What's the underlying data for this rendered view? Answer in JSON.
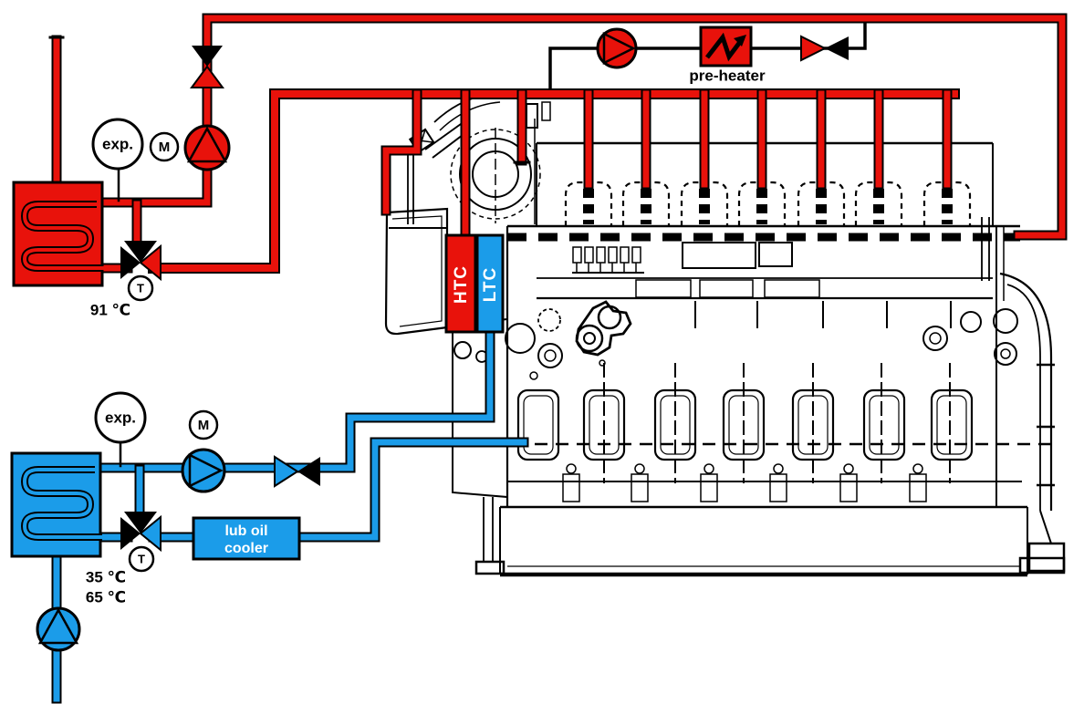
{
  "diagram": {
    "title": "engine cooling water system diagram",
    "labels": {
      "pre_heater": "pre-heater",
      "htc": "HTC",
      "ltc": "LTC",
      "lub_oil_line1": "lub oil",
      "lub_oil_line2": "cooler",
      "expansion_tank": "exp.",
      "motor": "M",
      "thermostat": "T",
      "htc_temp": "91 ℃",
      "ltc_temp_low": "35 ℃",
      "ltc_temp_high": "65 ℃"
    },
    "colors": {
      "hot_circuit": "#e8120b",
      "cold_circuit": "#1b9ce9",
      "outline": "#000000",
      "box_label_text": "#ffffff",
      "label_text": "#000000"
    },
    "symbols": {
      "pumps": [
        "htc-circulating-pump",
        "pre-heater-pump",
        "ltc-circulating-pump",
        "transfer-pump"
      ],
      "valves": [
        "htc-shutoff-valve",
        "pre-heater-check-valve",
        "ltc-shutoff-valve",
        "htc-thermostat-valve",
        "ltc-thermostat-valve"
      ],
      "heat_exchangers": [
        "htc-cooler",
        "ltc-cooler",
        "lub-oil-cooler",
        "pre-heater"
      ],
      "engine_connections": [
        "HTC",
        "LTC"
      ]
    }
  }
}
